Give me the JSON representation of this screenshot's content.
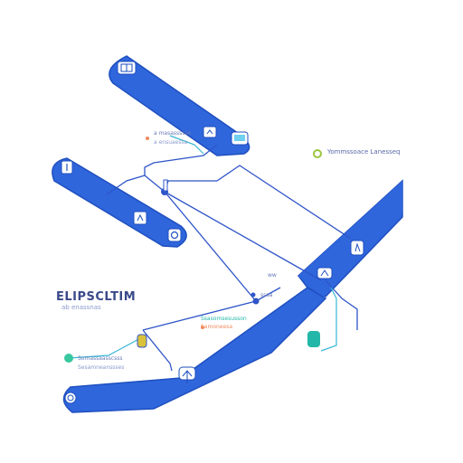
{
  "colors": {
    "band": "#2f66dc",
    "band_outline": "#1f4fbf",
    "line": "#2f55c8",
    "line_teal": "#37b6d4",
    "text_dark": "#3a4a8a",
    "text_light": "#8a9acb",
    "green": "#39c79f",
    "orange": "#f08a5d",
    "yellow": "#d9c23a",
    "teal": "#22b7a8"
  },
  "labels": {
    "title": "ELIPSCLTIM",
    "subtitle": "ab enassnas",
    "right_label": "Yommssoace Lanesseq",
    "top_label": "a masassssse",
    "top_label_2": "a ensuaessa",
    "mid_label_1": "ww",
    "mid_label_2": "ssaa",
    "mid_label_3": "Ssasomsesusson",
    "mid_label_4": "Samoneesa",
    "low_label_1": "Somassaasscsss",
    "low_label_2": "Sesamneanssses"
  },
  "icons": {
    "box_1": "grid-icon",
    "box_2": "chevron-icon",
    "box_3": "chevron-icon",
    "box_4": "circle-icon",
    "box_5": "chevron-icon",
    "box_6": "chevron-icon",
    "box_7": "chevron-icon",
    "box_8": "chevron-icon"
  }
}
